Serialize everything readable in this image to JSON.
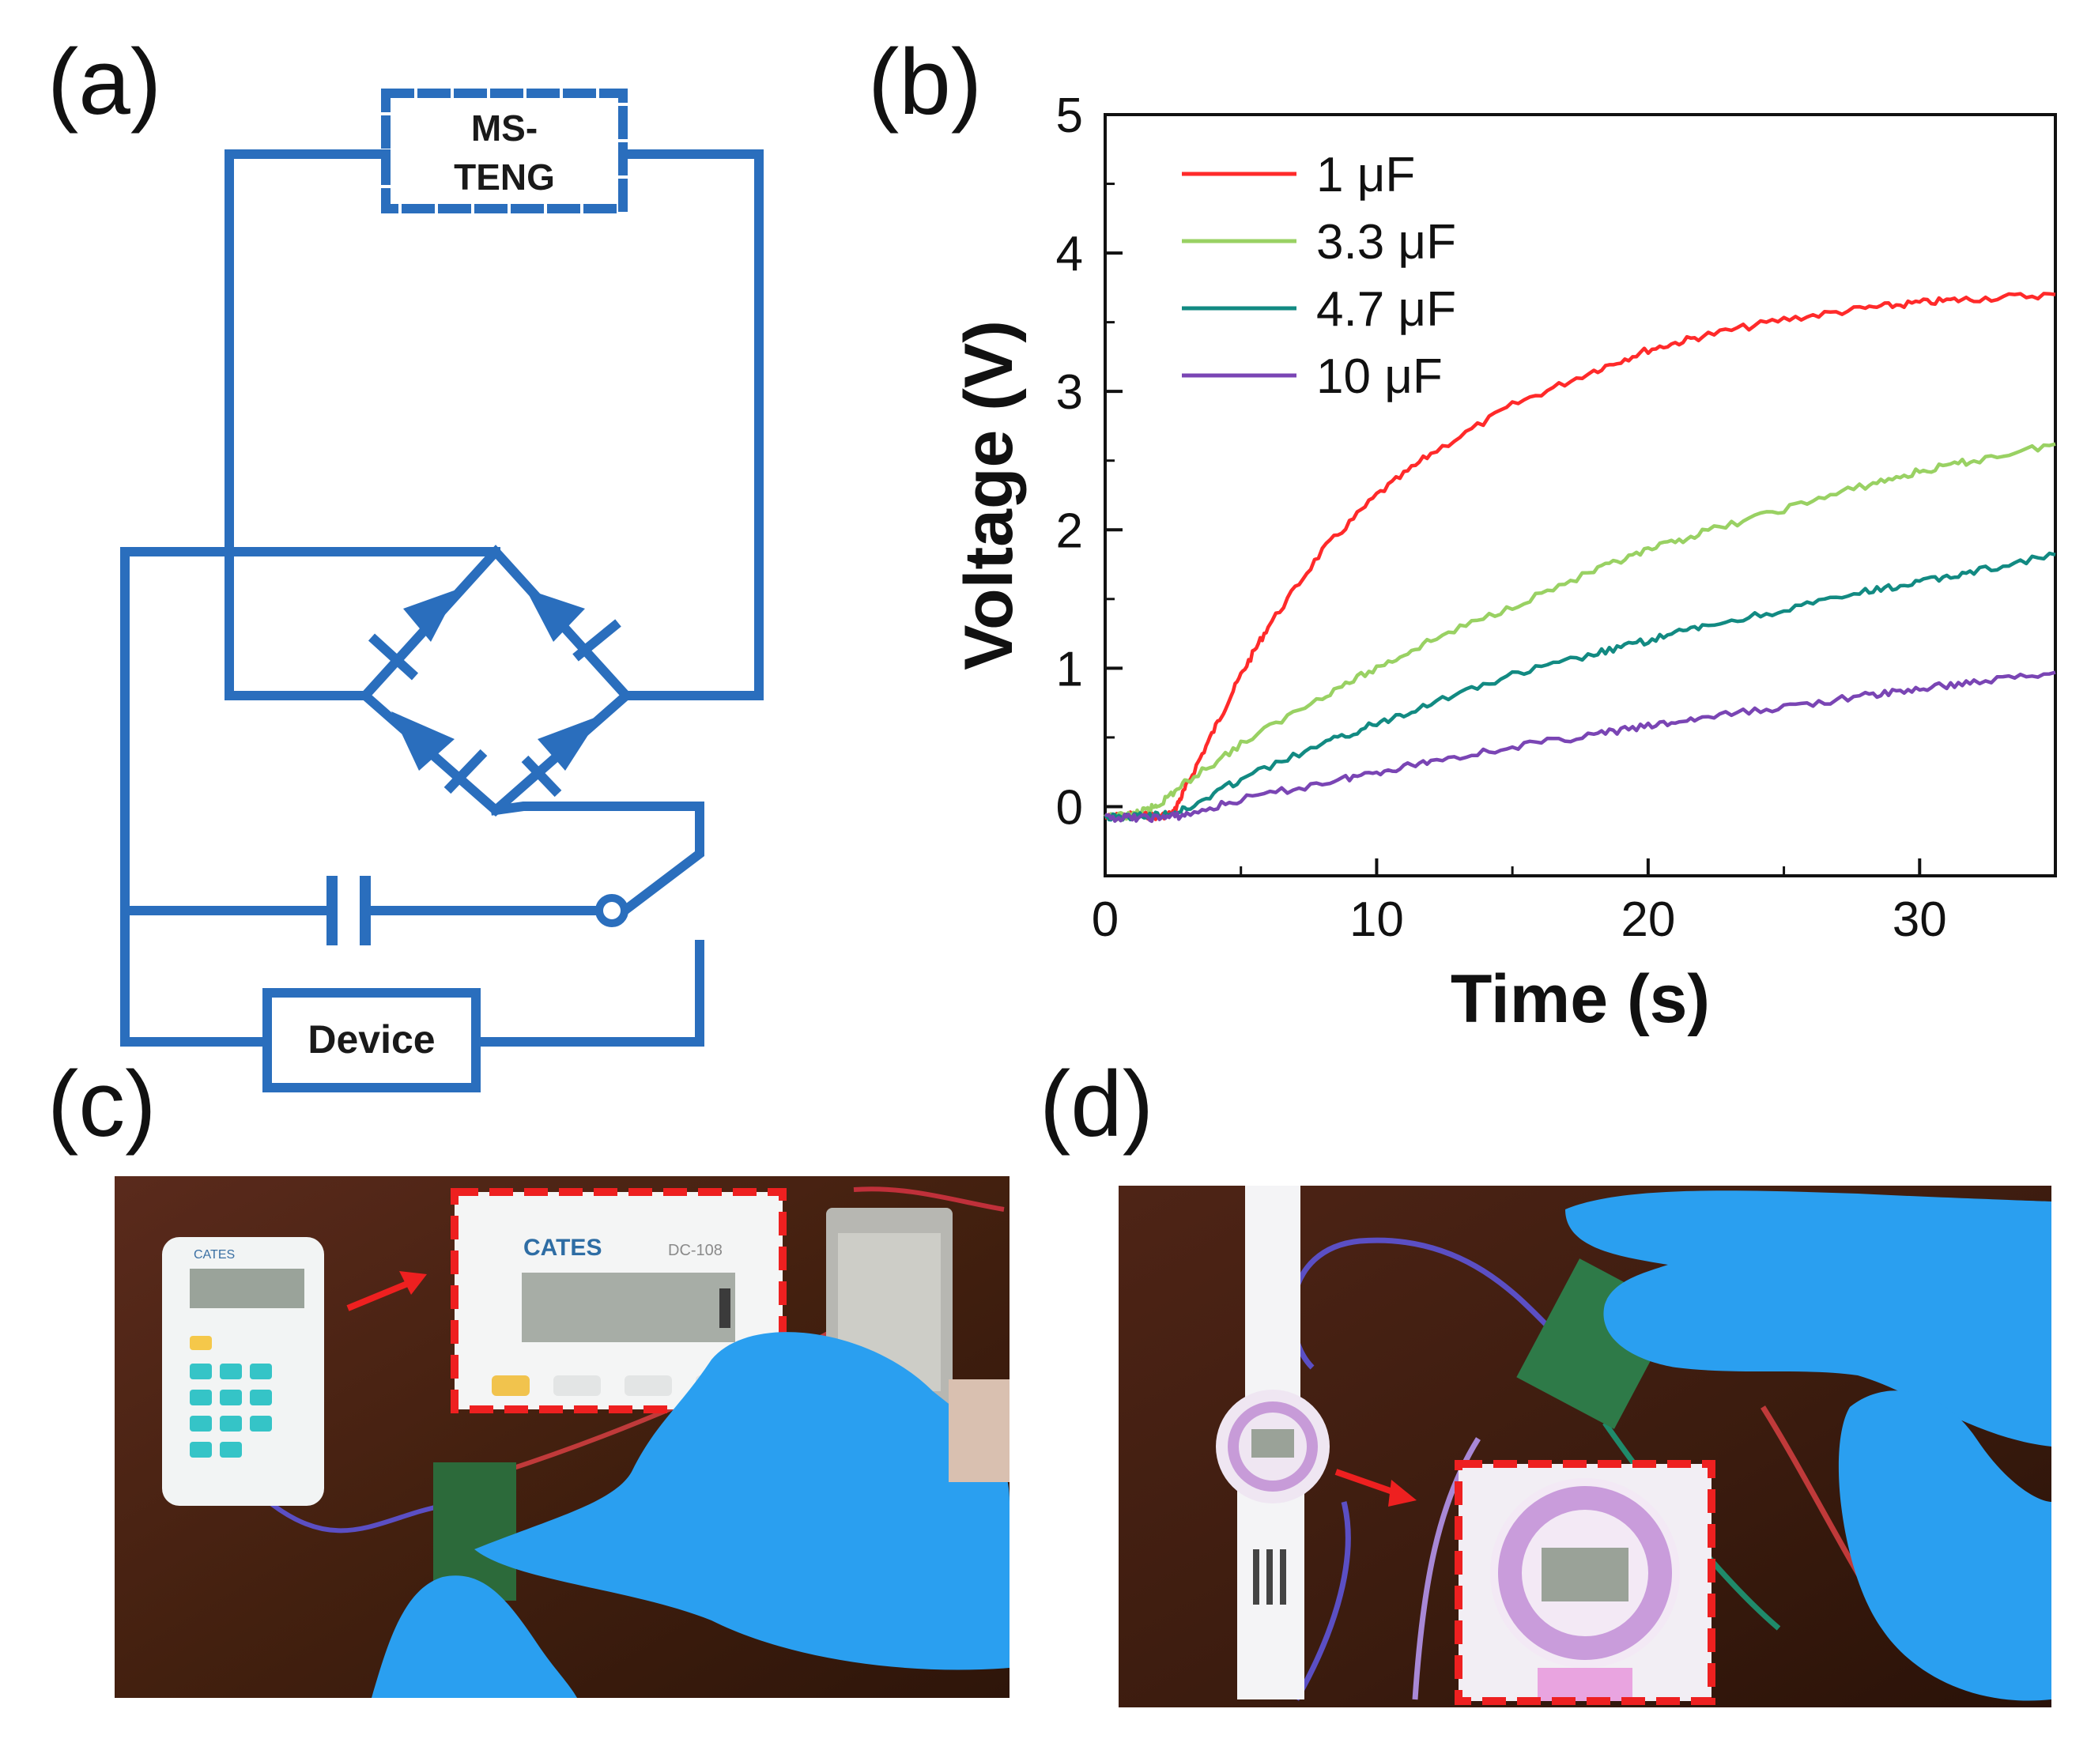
{
  "panels": {
    "a": {
      "label": "(a)"
    },
    "b": {
      "label": "(b)"
    },
    "c": {
      "label": "(c)"
    },
    "d": {
      "label": "(d)"
    }
  },
  "circuit": {
    "source_label_line1": "MS-",
    "source_label_line2": "TENG",
    "load_label": "Device",
    "wire_color": "#2a6ebd"
  },
  "chart_data": {
    "type": "line",
    "xlabel": "Time (s)",
    "ylabel": "Voltage (V)",
    "xlim": [
      0,
      35
    ],
    "ylim": [
      -0.5,
      5
    ],
    "xticks": [
      0,
      10,
      20,
      30
    ],
    "yticks": [
      0,
      1,
      2,
      3,
      4,
      5
    ],
    "legend": "top-left",
    "grid": false,
    "series": [
      {
        "name": "1 μF",
        "color": "#ff2a2a",
        "x": [
          0,
          1,
          2,
          2.5,
          3,
          4,
          5,
          6,
          8,
          10,
          12,
          15,
          18,
          20,
          22,
          25,
          28,
          30,
          32,
          35
        ],
        "y": [
          -0.08,
          -0.06,
          -0.07,
          -0.05,
          0.15,
          0.55,
          0.95,
          1.3,
          1.85,
          2.25,
          2.55,
          2.9,
          3.15,
          3.3,
          3.4,
          3.52,
          3.6,
          3.64,
          3.67,
          3.7
        ]
      },
      {
        "name": "3.3 μF",
        "color": "#99d163",
        "x": [
          0,
          1,
          1.5,
          2,
          3,
          5,
          8,
          10,
          12,
          15,
          18,
          20,
          22,
          25,
          28,
          30,
          32,
          35
        ],
        "y": [
          -0.08,
          -0.06,
          -0.03,
          0.02,
          0.18,
          0.45,
          0.8,
          1.0,
          1.2,
          1.45,
          1.7,
          1.85,
          1.98,
          2.15,
          2.32,
          2.42,
          2.5,
          2.62
        ]
      },
      {
        "name": "4.7 μF",
        "color": "#128a82",
        "x": [
          0,
          1,
          2,
          3,
          5,
          8,
          10,
          12,
          15,
          18,
          20,
          22,
          25,
          28,
          30,
          32,
          35
        ],
        "y": [
          -0.08,
          -0.07,
          -0.06,
          -0.02,
          0.2,
          0.45,
          0.6,
          0.75,
          0.95,
          1.1,
          1.2,
          1.3,
          1.42,
          1.55,
          1.62,
          1.7,
          1.82
        ]
      },
      {
        "name": "10 μF",
        "color": "#7a45b4",
        "x": [
          0,
          1,
          2,
          3,
          5,
          8,
          10,
          12,
          15,
          18,
          20,
          22,
          25,
          28,
          30,
          32,
          35
        ],
        "y": [
          -0.08,
          -0.08,
          -0.08,
          -0.06,
          0.05,
          0.17,
          0.25,
          0.33,
          0.43,
          0.52,
          0.58,
          0.64,
          0.72,
          0.8,
          0.85,
          0.9,
          0.97
        ]
      }
    ]
  },
  "photos": {
    "c": {
      "calc_brand": "CATES",
      "calc_model": "DC-108"
    },
    "d": {}
  },
  "colors": {
    "highlight_box": "#ee2020",
    "glove": "#2a9ff0",
    "table": "#4a2418"
  }
}
